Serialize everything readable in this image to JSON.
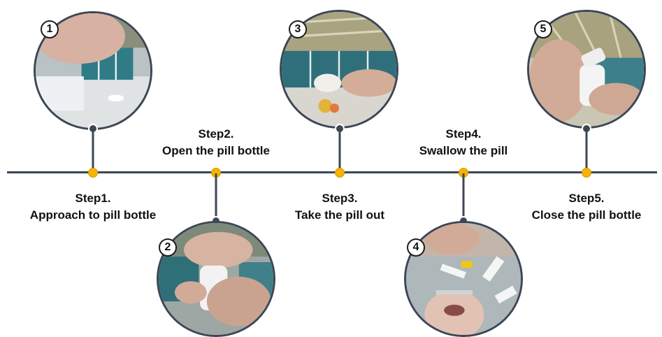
{
  "colors": {
    "line": "#3c4655",
    "dot": "#f4b400",
    "badge_border": "#1d1d1d"
  },
  "steps": [
    {
      "number": "1",
      "title": "Step1.",
      "caption": "Approach to pill bottle"
    },
    {
      "number": "2",
      "title": "Step2.",
      "caption": "Open the pill bottle"
    },
    {
      "number": "3",
      "title": "Step3.",
      "caption": "Take the pill out"
    },
    {
      "number": "4",
      "title": "Step4.",
      "caption": "Swallow the pill"
    },
    {
      "number": "5",
      "title": "Step5.",
      "caption": "Close the pill bottle"
    }
  ]
}
